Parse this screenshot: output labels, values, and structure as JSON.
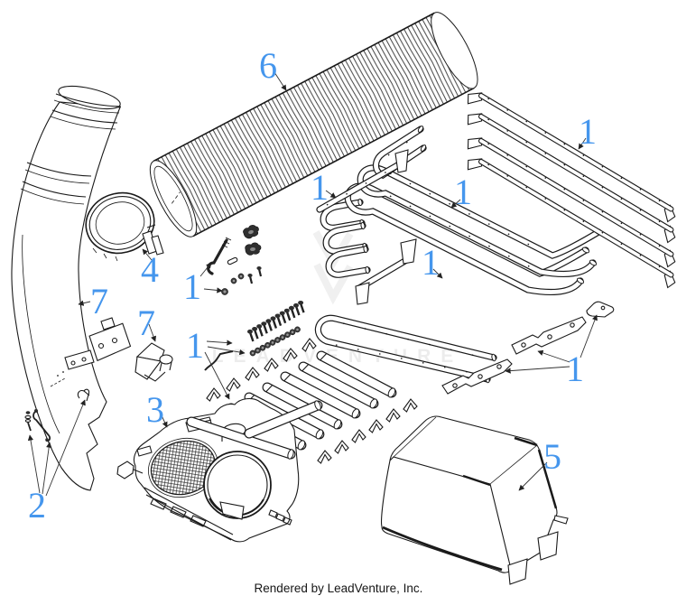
{
  "diagram": {
    "accent_color": "#4596ed",
    "line_color": "#1a1a1a",
    "callouts": [
      {
        "id": "c6",
        "text": "6",
        "part": "corrugated-hose"
      },
      {
        "id": "c4",
        "text": "4",
        "part": "hose-clamp"
      },
      {
        "id": "c7a",
        "text": "7",
        "part": "discharge-chute"
      },
      {
        "id": "c7b",
        "text": "7",
        "part": "deflector-bracket"
      },
      {
        "id": "c1a",
        "text": "1",
        "part": "j-bolt-hardware"
      },
      {
        "id": "c1c",
        "text": "1",
        "part": "screw-and-nut-hardware"
      },
      {
        "id": "c1b",
        "text": "1",
        "part": "frame-tube-upper"
      },
      {
        "id": "c1d",
        "text": "1",
        "part": "frame-loop-long"
      },
      {
        "id": "c1e",
        "text": "1",
        "part": "frame-loop-lower"
      },
      {
        "id": "c1f",
        "text": "1",
        "part": "support-rods"
      },
      {
        "id": "c1g",
        "text": "1",
        "part": "mounting-plates"
      },
      {
        "id": "c2",
        "text": "2",
        "part": "latch-hardware"
      },
      {
        "id": "c3",
        "text": "3",
        "part": "blower-housing"
      },
      {
        "id": "c5",
        "text": "5",
        "part": "bag-cover"
      }
    ]
  },
  "watermark": {
    "text": "LEADVENTURE"
  },
  "footer": {
    "text": "Rendered by LeadVenture, Inc."
  }
}
